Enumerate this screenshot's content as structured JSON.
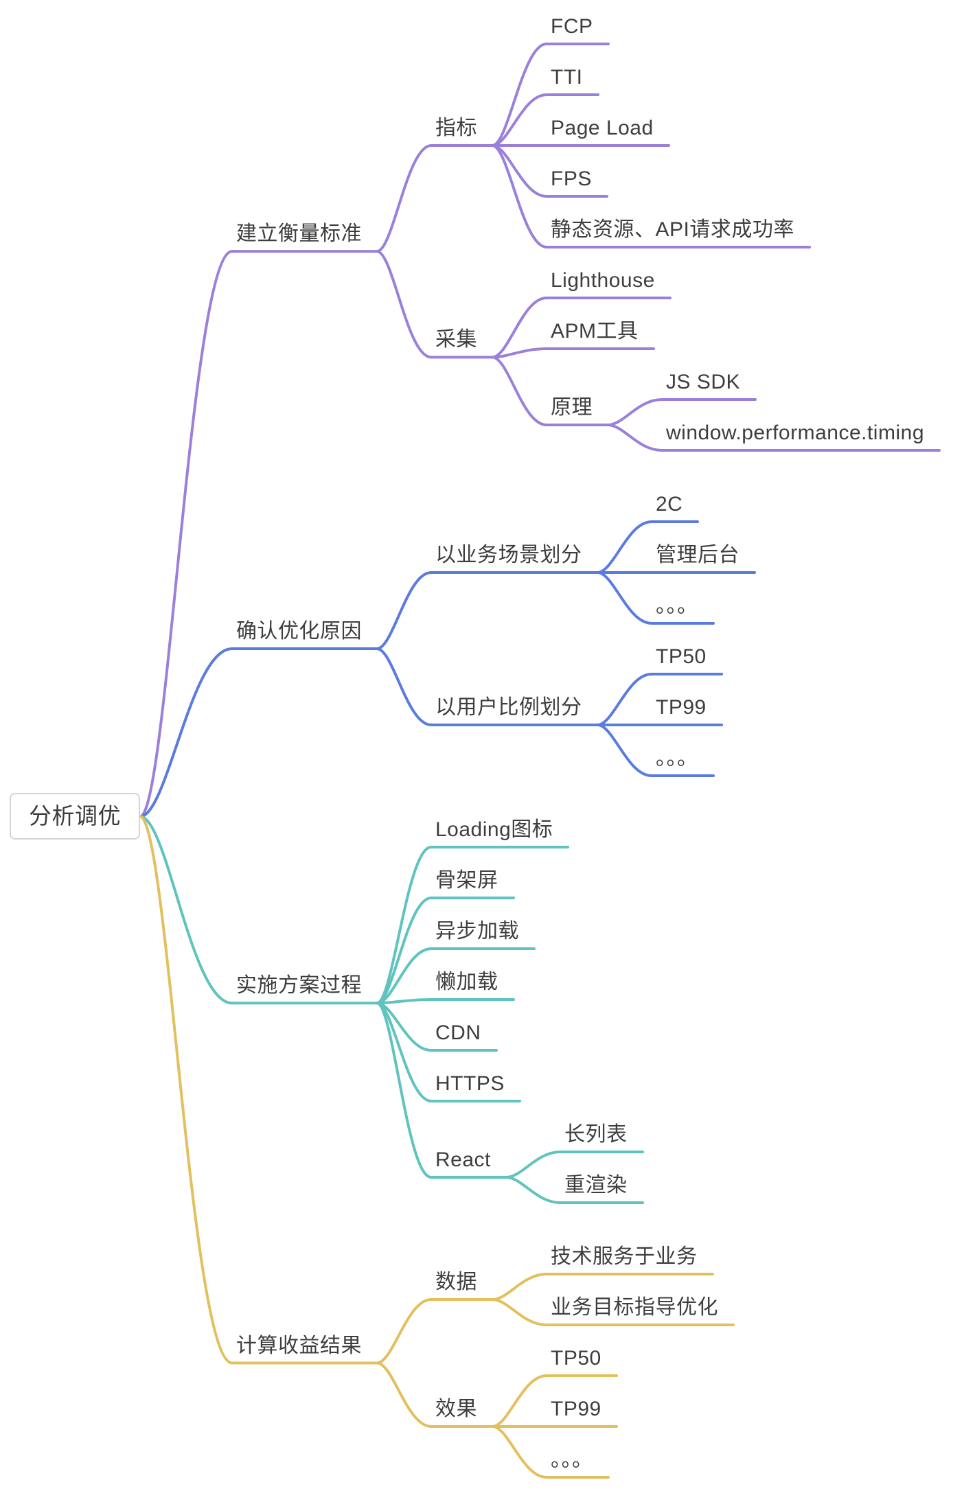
{
  "canvas": {
    "background": "#ffffff",
    "root_border_color": "#d4d4d4",
    "text_color": "#3e3e3e"
  },
  "root": {
    "label": "分析调优",
    "children": [
      {
        "label": "建立衡量标准",
        "color": "#9b80da",
        "children": [
          {
            "label": "指标",
            "children": [
              {
                "label": "FCP"
              },
              {
                "label": "TTI"
              },
              {
                "label": "Page Load"
              },
              {
                "label": "FPS"
              },
              {
                "label": "静态资源、API请求成功率"
              }
            ]
          },
          {
            "label": "采集",
            "children": [
              {
                "label": "Lighthouse"
              },
              {
                "label": "APM工具"
              },
              {
                "label": "原理",
                "children": [
                  {
                    "label": "JS SDK"
                  },
                  {
                    "label": "window.performance.timing"
                  }
                ]
              }
            ]
          }
        ]
      },
      {
        "label": "确认优化原因",
        "color": "#5a7bdf",
        "children": [
          {
            "label": "以业务场景划分",
            "children": [
              {
                "label": "2C"
              },
              {
                "label": "管理后台"
              },
              {
                "label": "。。。"
              }
            ]
          },
          {
            "label": "以用户比例划分",
            "children": [
              {
                "label": "TP50"
              },
              {
                "label": "TP99"
              },
              {
                "label": "。。。"
              }
            ]
          }
        ]
      },
      {
        "label": "实施方案过程",
        "color": "#5fc3be",
        "children": [
          {
            "label": "Loading图标"
          },
          {
            "label": "骨架屏"
          },
          {
            "label": "异步加载"
          },
          {
            "label": "懒加载"
          },
          {
            "label": "CDN"
          },
          {
            "label": "HTTPS"
          },
          {
            "label": "React",
            "children": [
              {
                "label": "长列表"
              },
              {
                "label": "重渲染"
              }
            ]
          }
        ]
      },
      {
        "label": "计算收益结果",
        "color": "#e2c05e",
        "children": [
          {
            "label": "数据",
            "children": [
              {
                "label": "技术服务于业务"
              },
              {
                "label": "业务目标指导优化"
              }
            ]
          },
          {
            "label": "效果",
            "children": [
              {
                "label": "TP50"
              },
              {
                "label": "TP99"
              },
              {
                "label": "。。。"
              }
            ]
          }
        ]
      }
    ]
  }
}
